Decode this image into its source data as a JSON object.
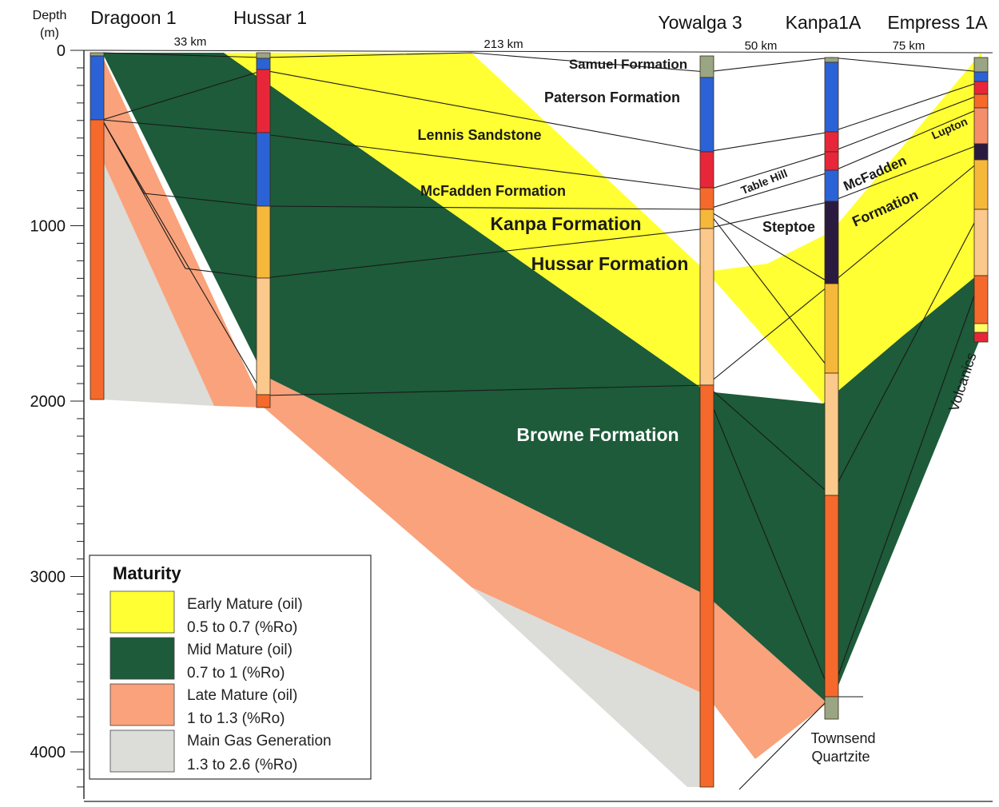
{
  "axis": {
    "title_line1": "Depth",
    "title_line2": "(m)",
    "ticks": [
      {
        "value": "0",
        "depth": 0
      },
      {
        "value": "1000",
        "depth": 1000
      },
      {
        "value": "2000",
        "depth": 2000
      },
      {
        "value": "3000",
        "depth": 3000
      },
      {
        "value": "4000",
        "depth": 4000
      }
    ]
  },
  "wells": [
    {
      "name": "Dragoon 1",
      "td_m": 2000
    },
    {
      "name": "Hussar 1",
      "td_m": 2050
    },
    {
      "name": "Yowalga 3",
      "td_m": 4200
    },
    {
      "name": "Kanpa1A",
      "td_m": 3800
    },
    {
      "name": "Empress 1A",
      "td_m": 1650
    }
  ],
  "distances": [
    "33 km",
    "213 km",
    "50 km",
    "75 km"
  ],
  "formations": {
    "samuel": "Samuel Formation",
    "paterson": "Paterson Formation",
    "lennis": "Lennis Sandstone",
    "mcfadden": "McFadden Formation",
    "kanpa": "Kanpa Formation",
    "hussar": "Hussar Formation",
    "browne": "Browne Formation",
    "table_hill": "Table Hill",
    "steptoe": "Steptoe",
    "mcfadden_right": "McFadden",
    "formation_right": "Formation",
    "lupton": "Lupton",
    "volcanics": "Volcanics",
    "townsend_1": "Townsend",
    "townsend_2": "Quartzite"
  },
  "legend": {
    "title": "Maturity",
    "items": [
      {
        "label": "Early Mature (oil)",
        "range": "0.5 to 0.7 (%Ro)",
        "color": "#ffff33"
      },
      {
        "label": "Mid Mature (oil)",
        "range": "0.7 to 1 (%Ro)",
        "color": "#1d5b3a"
      },
      {
        "label": "Late Mature (oil)",
        "range": "1 to 1.3 (%Ro)",
        "color": "#f9a27b"
      },
      {
        "label": "Main Gas Generation",
        "range": "1.3 to 2.6 (%Ro)",
        "color": "#dcdcd8"
      }
    ]
  },
  "colors": {
    "early": "#ffff33",
    "mid": "#1d5b3a",
    "late": "#f9a27b",
    "gas": "#dcdcd8",
    "well_blue": "#2b63d6",
    "well_red": "#e8263a",
    "well_orange": "#f56a2c",
    "well_amber": "#f5b83a",
    "well_peach": "#fbc98c",
    "well_grey": "#9aa583",
    "well_dark": "#2a1a3f",
    "well_yellow": "#ffff66"
  }
}
